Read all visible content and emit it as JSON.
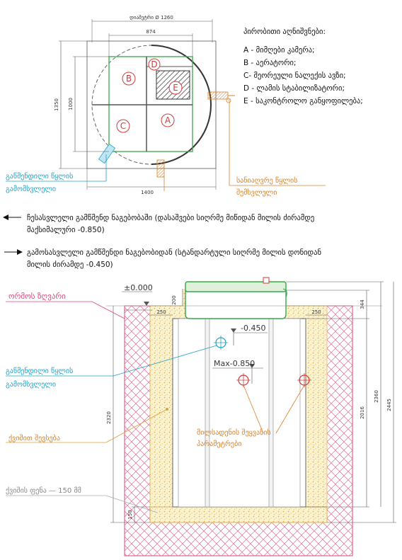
{
  "plan": {
    "dim_diameter": "დიამეტრი Ø 1260",
    "dim_874": "874",
    "dim_1350": "1350",
    "dim_1000": "1000",
    "dim_1400": "1400",
    "zones": {
      "A": "A",
      "B": "B",
      "C": "C",
      "D": "D",
      "E": "E"
    }
  },
  "legend": {
    "title": "პირობითი აღნიშვნები:",
    "items": [
      "A - მიმღები კამერა;",
      "B - აერატორი;",
      "C- მეორეული ნალექის ავზი;",
      "D - ლამის სტაბილიზატორი;",
      "E - საკონტროლო განყოფილება;"
    ]
  },
  "callouts": {
    "treated_water_outlet_line1": "გაწმენდილი წყლის",
    "treated_water_outlet_line2": "გამომსვლელი",
    "sanitary_inlet_line1": "სანიაღვრე წყლის",
    "sanitary_inlet_line2": "შემსვლელი"
  },
  "notes": {
    "inlet_line1": "ჩესასვლელი გამწმენდ ნაგებობაში (დასაშვები სიღრმე მიწიდან მილის ძირამდე",
    "inlet_line2": "მაქსიმალური -0.850)",
    "outlet_line1": "გამოსასვლელი გამწმენდი ნაგებობიდან (სტანდარტული სიღრმე მილის დონიდან",
    "outlet_line2": "მილის ძირამდე -0.450)"
  },
  "section": {
    "trench_edge": "ორმოს ზღვარი",
    "level_zero": "±0.000",
    "level_045": "-0.450",
    "level_max085": "Max-0.850",
    "dim_200": "200",
    "dim_250_left": "250",
    "dim_250_right": "250",
    "dim_344": "344",
    "dim_2016": "2016",
    "dim_2360": "2360",
    "dim_2445": "2445",
    "dim_2320": "2320",
    "dim_150": "150",
    "outlet_line1": "გაწმენდილი წყლის",
    "outlet_line2": "გამომსვლელი",
    "sand_backfill": "ქვიშით შევსება",
    "sand_layer": "ქვიშის ფენა — 150 მმ",
    "pipe_params_line1": "მილსადენის შეყვანის",
    "pipe_params_line2": "პარამეტრები"
  },
  "colors": {
    "green": "#3aa64a",
    "red": "#d23b3b",
    "cyan": "#1fa3c8",
    "orange": "#d9822b",
    "pink": "#e0457a",
    "sand": "#f0d58a"
  }
}
